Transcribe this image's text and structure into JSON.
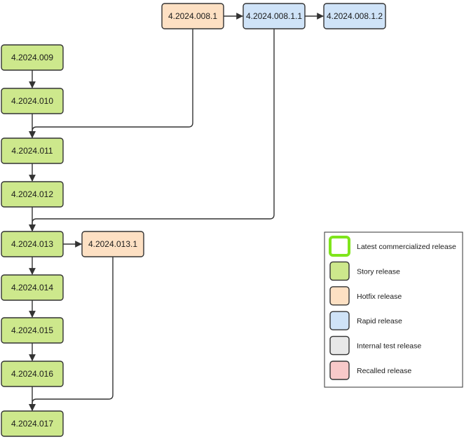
{
  "colors": {
    "story": "#cde88c",
    "hotfix": "#fde0c3",
    "rapid": "#cfe3f8",
    "internal_test": "#e8e8e8",
    "recalled": "#f8c9c9",
    "latest_border": "#7fe51c"
  },
  "nodes": {
    "n_008_1": {
      "label": "4.2024.008.1",
      "kind": "hotfix"
    },
    "n_008_1_1": {
      "label": "4.2024.008.1.1",
      "kind": "rapid"
    },
    "n_008_1_2": {
      "label": "4.2024.008.1.2",
      "kind": "rapid",
      "latest": true
    },
    "n_009": {
      "label": "4.2024.009",
      "kind": "story"
    },
    "n_010": {
      "label": "4.2024.010",
      "kind": "story"
    },
    "n_011": {
      "label": "4.2024.011",
      "kind": "story"
    },
    "n_012": {
      "label": "4.2024.012",
      "kind": "story"
    },
    "n_013": {
      "label": "4.2024.013",
      "kind": "story"
    },
    "n_013_1": {
      "label": "4.2024.013.1",
      "kind": "hotfix"
    },
    "n_014": {
      "label": "4.2024.014",
      "kind": "story"
    },
    "n_015": {
      "label": "4.2024.015",
      "kind": "story"
    },
    "n_016": {
      "label": "4.2024.016",
      "kind": "story"
    },
    "n_017": {
      "label": "4.2024.017",
      "kind": "story"
    }
  },
  "edges": [
    {
      "from": "n_008_1",
      "to": "n_008_1_1"
    },
    {
      "from": "n_008_1_1",
      "to": "n_008_1_2"
    },
    {
      "from": "n_009",
      "to": "n_010"
    },
    {
      "from": "n_010",
      "to": "n_011"
    },
    {
      "from": "n_008_1",
      "to": "n_011"
    },
    {
      "from": "n_011",
      "to": "n_012"
    },
    {
      "from": "n_012",
      "to": "n_013"
    },
    {
      "from": "n_008_1_1",
      "to": "n_013"
    },
    {
      "from": "n_013",
      "to": "n_013_1"
    },
    {
      "from": "n_013",
      "to": "n_014"
    },
    {
      "from": "n_014",
      "to": "n_015"
    },
    {
      "from": "n_015",
      "to": "n_016"
    },
    {
      "from": "n_016",
      "to": "n_017"
    },
    {
      "from": "n_013_1",
      "to": "n_017"
    }
  ],
  "legend": {
    "items": [
      {
        "label": "Latest commercialized release",
        "kind": "latest"
      },
      {
        "label": "Story release",
        "kind": "story"
      },
      {
        "label": "Hotfix release",
        "kind": "hotfix"
      },
      {
        "label": "Rapid release",
        "kind": "rapid"
      },
      {
        "label": "Internal test release",
        "kind": "internal_test"
      },
      {
        "label": "Recalled release",
        "kind": "recalled"
      }
    ]
  }
}
